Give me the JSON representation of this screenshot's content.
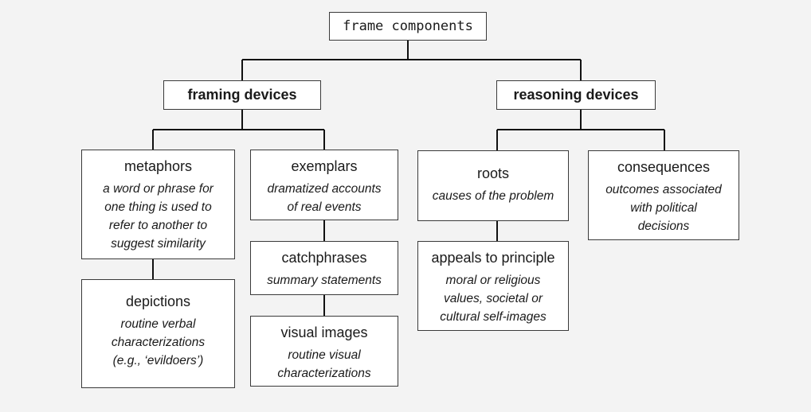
{
  "root": "frame components",
  "branches": {
    "framing": "framing devices",
    "reasoning": "reasoning devices"
  },
  "nodes": {
    "metaphors": {
      "title": "metaphors",
      "desc": [
        "a word or phrase for",
        "one thing is used to",
        "refer to another to",
        "suggest similarity"
      ]
    },
    "depictions": {
      "title": "depictions",
      "desc": [
        "routine verbal",
        "characterizations",
        "(e.g., ‘evildoers’)"
      ]
    },
    "exemplars": {
      "title": "exemplars",
      "desc": [
        "dramatized accounts",
        "of real events"
      ]
    },
    "catchphrases": {
      "title": "catchphrases",
      "desc": [
        "summary statements"
      ]
    },
    "visual_images": {
      "title": "visual images",
      "desc": [
        "routine visual",
        "characterizations"
      ]
    },
    "roots": {
      "title": "roots",
      "desc": [
        "causes of the problem"
      ]
    },
    "appeals": {
      "title": "appeals to principle",
      "desc": [
        "moral or religious",
        "values, societal or",
        "cultural self-images"
      ]
    },
    "consequences": {
      "title": "consequences",
      "desc": [
        "outcomes associated",
        "with political",
        "decisions"
      ]
    }
  }
}
